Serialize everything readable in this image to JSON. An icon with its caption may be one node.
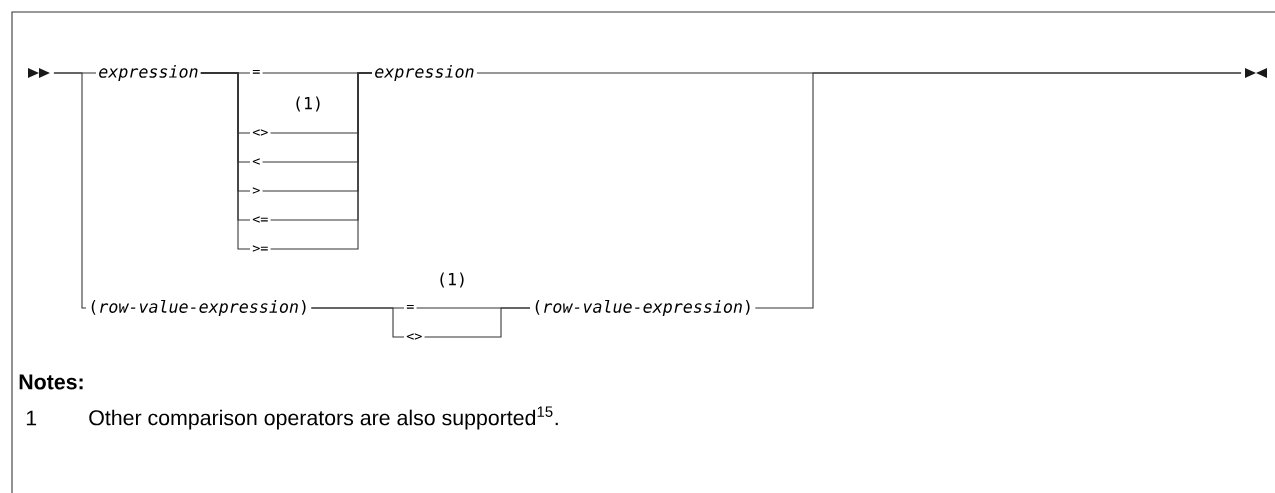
{
  "diagram": {
    "nodes": [
      {
        "text": [],
        "shape": "triangle"
      },
      {
        "text": [
          "expression"
        ]
      },
      {
        "text": [
          "="
        ]
      },
      {
        "text": [
          "<>"
        ]
      },
      {
        "text": [
          "<"
        ]
      },
      {
        "text": [
          ">"
        ]
      },
      {
        "text": [
          "<="
        ]
      },
      {
        "text": [
          ">="
        ]
      },
      {
        "text": [
          "expression"
        ]
      },
      {
        "text": [
          "(*row-value-expression*)"
        ]
      },
      {
        "text": [
          "="
        ]
      },
      {
        "text": [
          "<>"
        ]
      },
      {
        "text": [
          "(*row-value-expression*)"
        ]
      },
      {
        "text": [],
        "shape": "triangle"
      }
    ],
    "edges": [
      {
        "from": 0,
        "to": 1,
        "arrow": "none"
      },
      {
        "from": 1,
        "to": 2,
        "arrow": "none"
      },
      {
        "from": 1,
        "to": 3,
        "arrow": "none"
      },
      {
        "from": 1,
        "to": 4,
        "arrow": "none"
      },
      {
        "from": 1,
        "to": 5,
        "arrow": "none"
      },
      {
        "from": 1,
        "to": 6,
        "arrow": "none"
      },
      {
        "from": 1,
        "to": 7,
        "arrow": "none"
      },
      {
        "from": 2,
        "to": 8,
        "arrow": "none"
      },
      {
        "from": 3,
        "to": 8,
        "arrow": "none"
      },
      {
        "from": 4,
        "to": 8,
        "arrow": "none"
      },
      {
        "from": 5,
        "to": 8,
        "arrow": "none"
      },
      {
        "from": 6,
        "to": 8,
        "arrow": "none"
      },
      {
        "from": 7,
        "to": 8,
        "arrow": "none"
      },
      {
        "from": 8,
        "to": 13,
        "arrow": "none"
      },
      {
        "from": 0,
        "to": 9,
        "arrow": "none"
      },
      {
        "from": 9,
        "to": 10,
        "arrow": "none"
      },
      {
        "from": 9,
        "to": 11,
        "arrow": "none"
      },
      {
        "from": 10,
        "to": 12,
        "arrow": "none"
      },
      {
        "from": 11,
        "to": 12,
        "arrow": "none"
      },
      {
        "from": 12,
        "to": 13,
        "arrow": "none"
      }
    ],
    "labels": [
      "(1)",
      "(1)",
      "Notes:",
      "1",
      "Other comparison operators are also supported$^{15}$."
    ]
  }
}
